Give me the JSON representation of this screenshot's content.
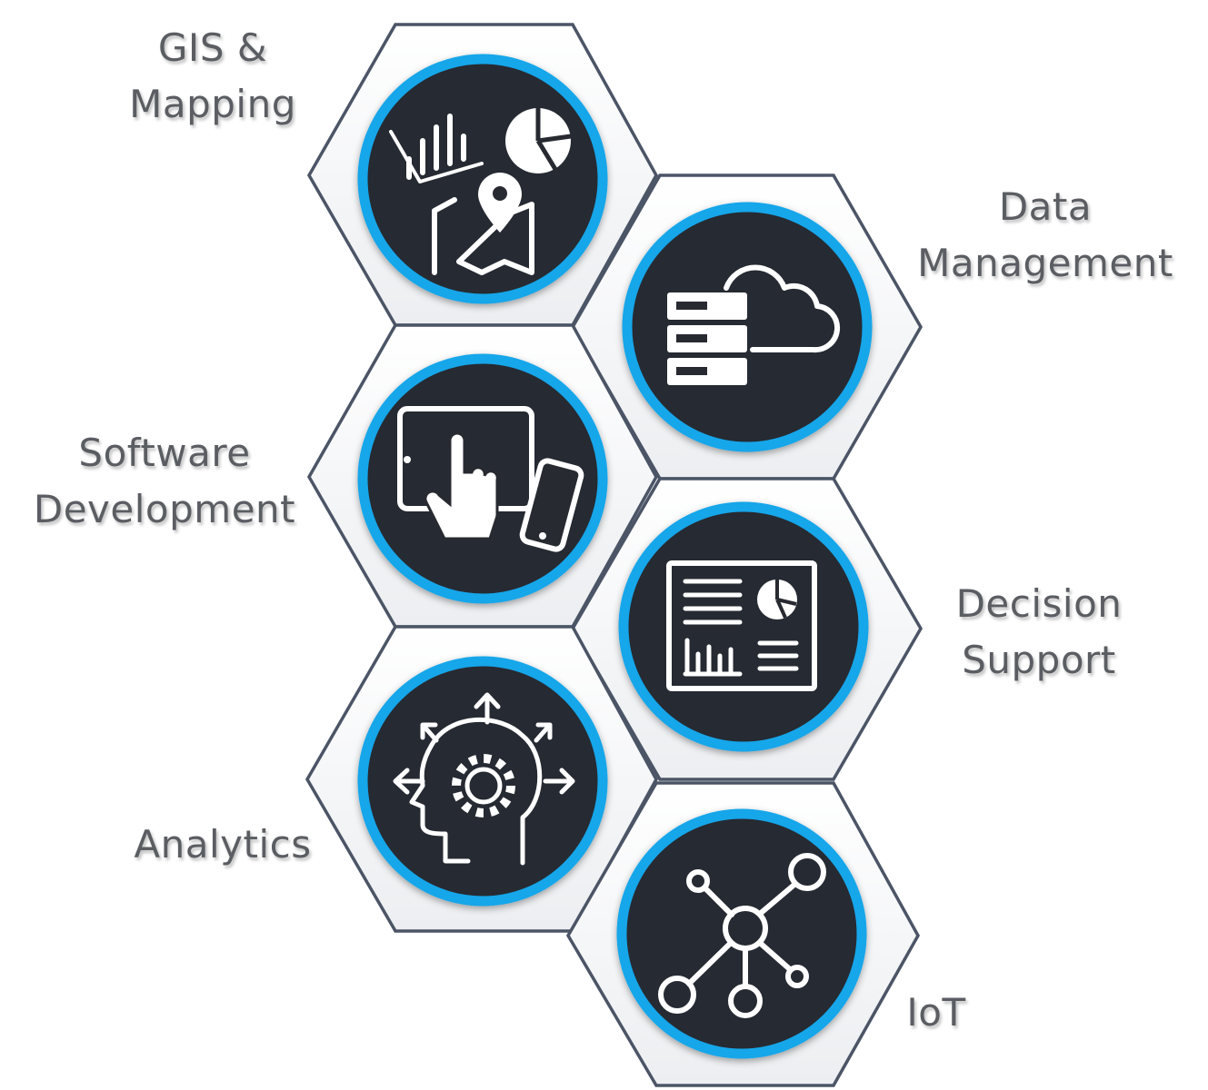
{
  "tiles": [
    {
      "id": "gis",
      "label_lines": [
        "GIS &",
        "Mapping"
      ],
      "icon": "map-chart-icon"
    },
    {
      "id": "data",
      "label_lines": [
        "Data",
        "Management"
      ],
      "icon": "server-cloud-icon"
    },
    {
      "id": "software",
      "label_lines": [
        "Software",
        "Development"
      ],
      "icon": "tablet-phone-touch-icon"
    },
    {
      "id": "decision",
      "label_lines": [
        "Decision",
        "Support"
      ],
      "icon": "dashboard-icon"
    },
    {
      "id": "analytics",
      "label_lines": [
        "Analytics"
      ],
      "icon": "head-gear-icon"
    },
    {
      "id": "iot",
      "label_lines": [
        "IoT"
      ],
      "icon": "network-hub-icon"
    }
  ],
  "colors": {
    "hex_stroke": "#4b5566",
    "circle_fill": "#272a30",
    "ring": "#12a6ea",
    "label": "#5a5d62"
  }
}
